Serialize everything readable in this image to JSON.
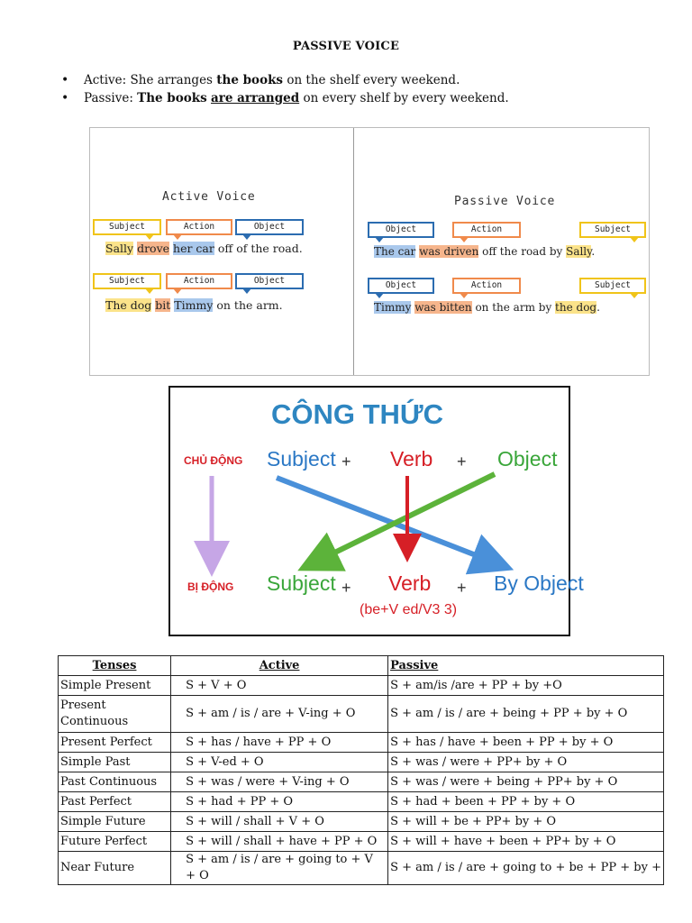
{
  "title": "PASSIVE VOICE",
  "bullets": {
    "active": {
      "prefix": "Active: She arranges ",
      "bold": "the books",
      "suffix": " on the shelf every weekend."
    },
    "passive": {
      "prefix": "Passive: ",
      "bold": "The books",
      "spacer": " ",
      "underlined": "are arranged",
      "suffix": " on every shelf by every weekend."
    }
  },
  "voice_figure": {
    "active_title": "Active Voice",
    "passive_title": "Passive Voice",
    "tags": {
      "subject": "Subject",
      "action": "Action",
      "object": "Object"
    },
    "active_1": {
      "subject": "Sally",
      "action": "drove",
      "object": "her car",
      "rest": " off of the road."
    },
    "active_2": {
      "subject": "The dog",
      "action": "bit",
      "object": "Timmy",
      "rest": " on the arm."
    },
    "passive_1": {
      "object": "The car",
      "action": "was driven",
      "mid": " off the road by ",
      "subject": "Sally",
      "end": "."
    },
    "passive_2": {
      "object": "Timmy",
      "action": "was bitten",
      "mid": " on the arm by ",
      "subject": "the dog",
      "end": "."
    }
  },
  "formula": {
    "heading": "CÔNG THỨC",
    "active_label": "CHỦ ĐỘNG",
    "passive_label": "BỊ ĐỘNG",
    "top": {
      "subject": "Subject",
      "plus1": "+",
      "verb": "Verb",
      "plus2": "+",
      "object": "Object"
    },
    "bottom": {
      "subject": "Subject",
      "plus1": "+",
      "verb": "Verb",
      "plus2": "+",
      "object": "By Object",
      "note": "(be+V ed/V3 3)"
    },
    "colors": {
      "heading": "#2e86c1",
      "label": "#d61f26",
      "subject": "#2b78c5",
      "verb": "#d61f26",
      "object": "#3aa63a"
    }
  },
  "table": {
    "headers": [
      "Tenses",
      "Active",
      "Passive"
    ],
    "rows": [
      [
        "Simple Present",
        "S + V + O",
        "S + am/is /are + PP + by +O"
      ],
      [
        "Present Continuous",
        "S + am / is / are + V-ing + O",
        "S + am / is / are + being + PP + by + O"
      ],
      [
        "Present Perfect",
        "S + has / have + PP + O",
        "S + has / have + been + PP + by + O"
      ],
      [
        "Simple Past",
        "S + V-ed + O",
        "S + was / were + PP+ by + O"
      ],
      [
        "Past Continuous",
        "S + was / were + V-ing + O",
        "S + was / were + being + PP+ by + O"
      ],
      [
        "Past Perfect",
        "S + had + PP + O",
        "S + had + been + PP + by + O"
      ],
      [
        "Simple Future",
        "S + will / shall + V + O",
        "S + will + be + PP+ by + O"
      ],
      [
        "Future Perfect",
        "S + will / shall + have + PP + O",
        "S + will + have + been + PP+ by + O"
      ],
      [
        "Near Future",
        "S + am / is / are + going to + V + O",
        "S + am / is / are + going to + be + PP + by +"
      ]
    ]
  }
}
